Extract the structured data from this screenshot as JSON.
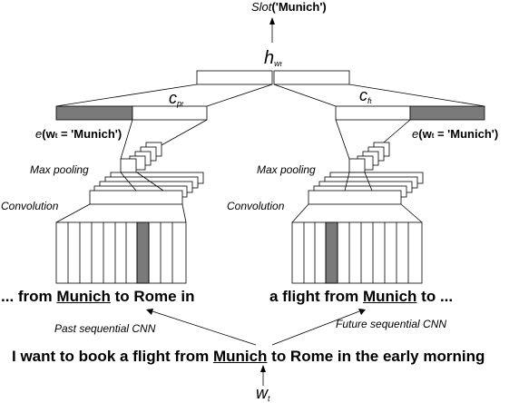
{
  "output": {
    "slot_func": "Slot",
    "slot_arg": "('Munich')"
  },
  "hidden": {
    "symbol": "h",
    "subscript": "w",
    "subscript2": "t"
  },
  "left_branch": {
    "context_symbol": "c",
    "context_sub": "p",
    "context_sub2": "t",
    "embedding_fn": "e",
    "embedding_text_a": "(w",
    "embedding_sub": "t",
    "embedding_text_b": " = 'Munich')",
    "maxpool_label": "Max pooling",
    "conv_label": "Convolution",
    "phrase_before": "... from ",
    "phrase_keyword": "Munich",
    "phrase_after": " to Rome in",
    "cnn_label": "Past sequential CNN"
  },
  "right_branch": {
    "context_symbol": "c",
    "context_sub": "f",
    "context_sub2": "t",
    "embedding_fn": "e",
    "embedding_text_a": "(w",
    "embedding_sub": "t",
    "embedding_text_b": " = 'Munich')",
    "maxpool_label": "Max pooling",
    "conv_label": "Convolution",
    "phrase_before": "a flight from ",
    "phrase_keyword": "Munich",
    "phrase_after": " to ...",
    "cnn_label": "Future sequential CNN"
  },
  "sentence": {
    "before": "I want to book a flight from ",
    "keyword": "Munich",
    "after": " to Rome in the early morning"
  },
  "input_word": {
    "symbol": "w",
    "sub": "t"
  },
  "colors": {
    "dark_fill": "#7a7a7a",
    "line": "#000000",
    "background": "#ffffff"
  }
}
